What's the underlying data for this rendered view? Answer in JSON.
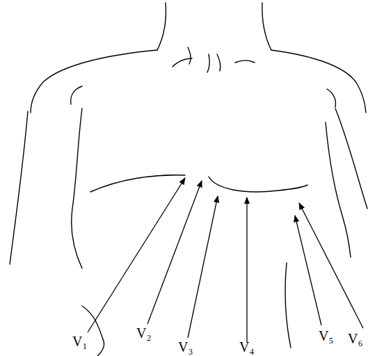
{
  "diagram": {
    "labels": [
      "V₁",
      "V₂",
      "V₃",
      "V₄",
      "V₅",
      "V₆"
    ]
  }
}
